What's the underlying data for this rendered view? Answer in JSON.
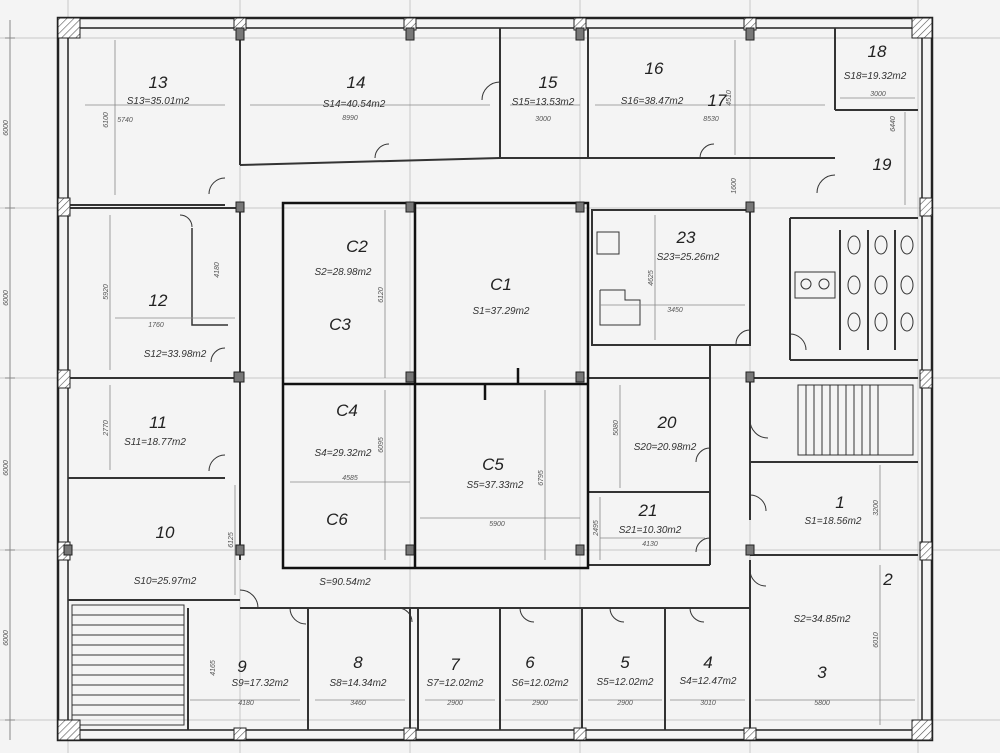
{
  "plan": {
    "rooms": {
      "r13": {
        "num": "13",
        "area": "S13=35.01m2",
        "dim_w": "5740",
        "dim_h": "6100"
      },
      "r14": {
        "num": "14",
        "area": "S14=40.54m2",
        "dim_w": "8990"
      },
      "r15": {
        "num": "15",
        "area": "S15=13.53m2",
        "dim_w": "3000"
      },
      "r16": {
        "num": "16",
        "area": "S16=38.47m2"
      },
      "r17": {
        "num": "17",
        "dim_w": "8530",
        "dim_h": "4510"
      },
      "r18": {
        "num": "18",
        "area": "S18=19.32m2",
        "dim_w": "3000",
        "dim_h": "6440"
      },
      "r19": {
        "num": "19",
        "dim_h": "1600"
      },
      "r12": {
        "num": "12",
        "area": "S12=33.98m2",
        "dim_w": "1760",
        "dim_h": "5920",
        "dim_h2": "4180"
      },
      "r11": {
        "num": "11",
        "area": "S11=18.77m2",
        "dim_h": "2770"
      },
      "r10": {
        "num": "10",
        "area": "S10=25.97m2",
        "dim_h": "6125"
      },
      "r9": {
        "num": "9",
        "area": "S9=17.32m2",
        "dim_w": "4180",
        "dim_h": "4165"
      },
      "r8": {
        "num": "8",
        "area": "S8=14.34m2",
        "dim_w": "3460"
      },
      "r7": {
        "num": "7",
        "area": "S7=12.02m2",
        "dim_w": "2900"
      },
      "r6": {
        "num": "6",
        "area": "S6=12.02m2",
        "dim_w": "2900"
      },
      "r5": {
        "num": "5",
        "area": "S5=12.02m2",
        "dim_w": "2900"
      },
      "r4": {
        "num": "4",
        "area": "S4=12.47m2",
        "dim_w": "3010"
      },
      "r3": {
        "num": "3",
        "dim_w": "5800"
      },
      "r2": {
        "num": "2",
        "area": "S2=34.85m2",
        "dim_h": "6010"
      },
      "r1": {
        "num": "1",
        "area": "S1=18.56m2",
        "dim_h": "3200"
      },
      "r20": {
        "num": "20",
        "area": "S20=20.98m2",
        "dim_h": "5080"
      },
      "r21": {
        "num": "21",
        "area": "S21=10.30m2",
        "dim_w": "4130",
        "dim_h": "2495"
      },
      "r23": {
        "num": "23",
        "area": "S23=25.26m2",
        "dim_w": "3450",
        "dim_h": "4625"
      }
    },
    "center": {
      "c1": {
        "num": "C1",
        "area": "S1=37.29m2"
      },
      "c2": {
        "num": "C2",
        "area": "S2=28.98m2",
        "dim_h": "6120"
      },
      "c3": {
        "num": "C3"
      },
      "c4": {
        "num": "C4",
        "area": "S4=29.32m2",
        "dim_h": "6095",
        "dim_w": "4585"
      },
      "c5": {
        "num": "C5",
        "area": "S5=37.33m2",
        "dim_w": "5900",
        "dim_h": "6795"
      },
      "c6": {
        "num": "C6"
      }
    },
    "corridor_area": "S=90.54m2",
    "axis_dims": [
      "6000",
      "6000",
      "6000",
      "6000"
    ]
  }
}
